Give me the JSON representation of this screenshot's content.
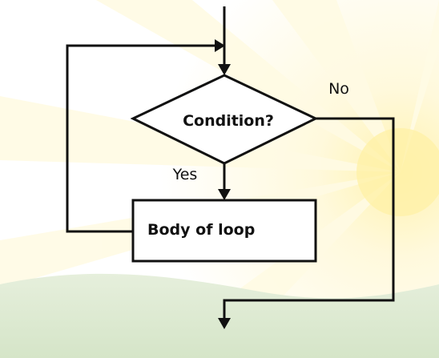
{
  "flowchart": {
    "decision": {
      "label": "Condition?"
    },
    "process": {
      "label": "Body of loop"
    },
    "edges": {
      "yes_label": "Yes",
      "no_label": "No"
    }
  },
  "colors": {
    "stroke": "#111111",
    "background": "#ffffff",
    "sun_glow": "#fff6c8",
    "hills": "#dbe9cf"
  }
}
